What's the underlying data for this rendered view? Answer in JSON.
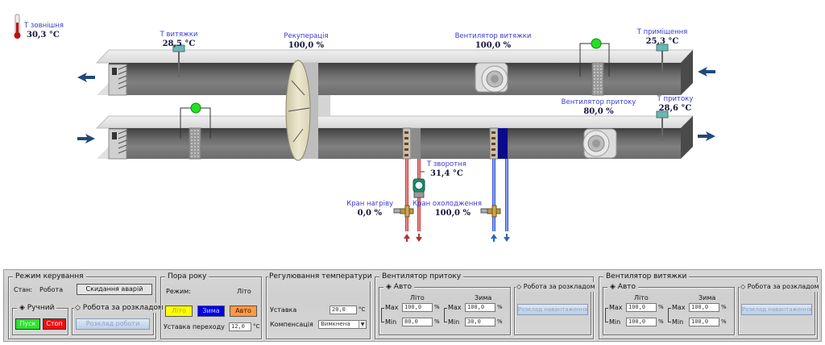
{
  "scheme": {
    "outdoor_temp": {
      "label": "Т зовнішня",
      "value": "30,3 °C"
    },
    "exhaust_temp": {
      "label": "Т витяжки",
      "value": "28,5 °C"
    },
    "recuperation": {
      "label": "Рекуперація",
      "value": "100,0 %"
    },
    "exhaust_fan": {
      "label": "Вентилятор витяжки",
      "value": "100,0 %"
    },
    "room_temp": {
      "label": "Т приміщення",
      "value": "25,3 °C"
    },
    "supply_fan": {
      "label": "Вентилятор притоку",
      "value": "80,0 %"
    },
    "supply_temp": {
      "label": "Т притоку",
      "value": "28,6 °C"
    },
    "return_temp": {
      "label": "Т зворотня",
      "value": "31,4 °C"
    },
    "heating_valve": {
      "label": "Кран нагріву",
      "value": "0,0 %"
    },
    "cooling_valve": {
      "label": "Кран охолодження",
      "value": "100,0 %"
    },
    "filter_status_color": "#22e022",
    "heating_color": "#d02020",
    "cooling_color": "#2050e0"
  },
  "control_mode": {
    "title": "Режим керування",
    "state_label": "Стан:",
    "state_value": "Робота",
    "reset_button": "Скидання аварій",
    "manual": {
      "title": "Ручний",
      "start": "Пуск",
      "stop": "Стоп"
    },
    "schedule": {
      "title": "Робота за розкладом",
      "button": "Розклад роботи"
    }
  },
  "season": {
    "title": "Пора року",
    "mode_label": "Режим:",
    "mode_value": "Літо",
    "buttons": {
      "summer": "Літо",
      "winter": "Зима",
      "auto": "Авто"
    },
    "changeover_label": "Уставка переходу",
    "changeover_value": "12,0",
    "unit": "°C"
  },
  "temp_control": {
    "title": "Регулювання температури",
    "setpoint_label": "Уставка",
    "setpoint_value": "20,0",
    "unit": "°C",
    "compensation_label": "Компенсація",
    "compensation_value": "Вимкнена"
  },
  "supply_fan_panel": {
    "title": "Вентилятор притоку",
    "auto_title": "Авто",
    "summer": "Літо",
    "winter": "Зима",
    "max_label": "Max",
    "min_label": "Min",
    "summer_max": "100,0",
    "summer_min": "80,0",
    "winter_max": "100,0",
    "winter_min": "30,0",
    "unit": "%",
    "schedule_title": "Робота за розкладом",
    "schedule_button": "Розклад навантаження"
  },
  "exhaust_fan_panel": {
    "title": "Вентилятор витяжки",
    "auto_title": "Авто",
    "summer": "Літо",
    "winter": "Зима",
    "max_label": "Max",
    "min_label": "Min",
    "summer_max": "100,0",
    "summer_min": "100,0",
    "winter_max": "100,0",
    "winter_min": "100,0",
    "unit": "%",
    "schedule_title": "Робота за розкладом",
    "schedule_button": "Розклад навантаження"
  }
}
